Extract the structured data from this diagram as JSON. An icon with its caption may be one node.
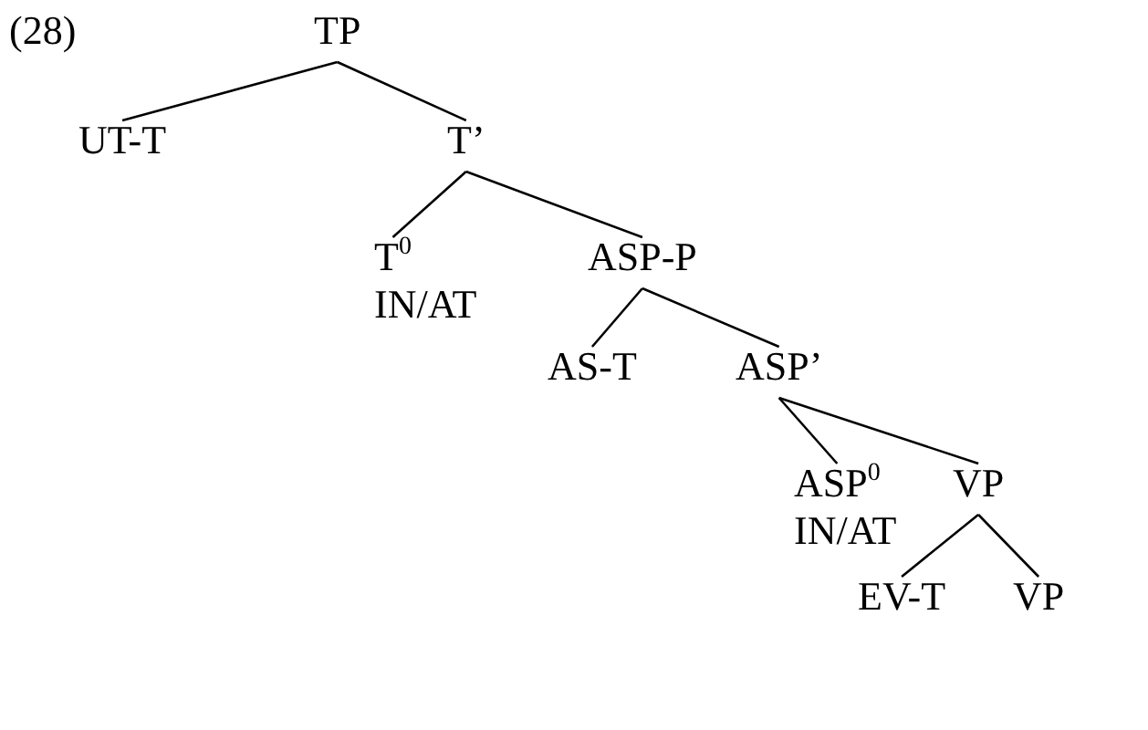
{
  "diagram": {
    "nodes": [
      {
        "text": [
          "TP"
        ]
      },
      {
        "text": [
          "UT-T"
        ]
      },
      {
        "text": [
          "T’"
        ]
      },
      {
        "text": [
          "T$^{0}$",
          "IN/AT"
        ]
      },
      {
        "text": [
          "ASP-P"
        ]
      },
      {
        "text": [
          "AS-T"
        ]
      },
      {
        "text": [
          "ASP’"
        ]
      },
      {
        "text": [
          "ASP$^{0}$",
          "IN/AT"
        ]
      },
      {
        "text": [
          "VP"
        ]
      },
      {
        "text": [
          "EV-T"
        ]
      },
      {
        "text": [
          "VP"
        ]
      }
    ],
    "edges": [
      {
        "from": 0,
        "to": 1,
        "arrow": "none"
      },
      {
        "from": 0,
        "to": 2,
        "arrow": "none"
      },
      {
        "from": 2,
        "to": 3,
        "arrow": "none"
      },
      {
        "from": 2,
        "to": 4,
        "arrow": "none"
      },
      {
        "from": 4,
        "to": 5,
        "arrow": "none"
      },
      {
        "from": 4,
        "to": 6,
        "arrow": "none"
      },
      {
        "from": 6,
        "to": 7,
        "arrow": "none"
      },
      {
        "from": 6,
        "to": 8,
        "arrow": "none"
      },
      {
        "from": 8,
        "to": 9,
        "arrow": "none"
      },
      {
        "from": 8,
        "to": 10,
        "arrow": "none"
      }
    ],
    "labels": [
      "(28)"
    ]
  }
}
